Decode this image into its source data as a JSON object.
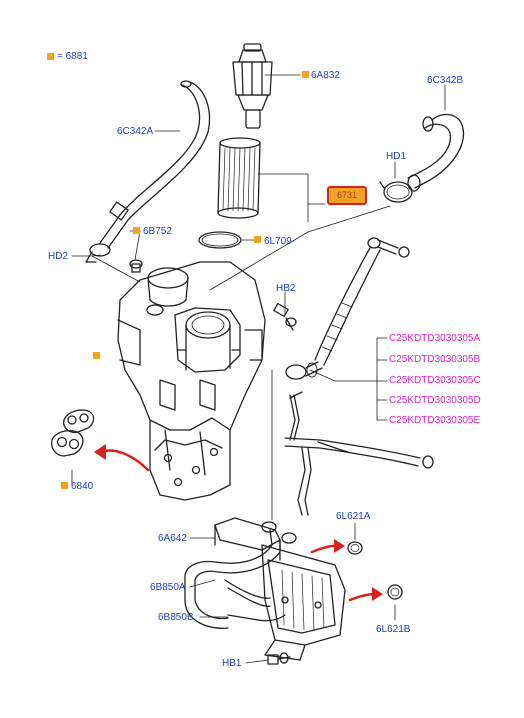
{
  "legend": {
    "marker_color": "#f5a21d",
    "text": "= 6881"
  },
  "labels": {
    "l6A832": "6A832",
    "l6C342B": "6C342B",
    "l6C342A": "6C342A",
    "lHD1": "HD1",
    "l6731": "6731",
    "l6B752": "6B752",
    "l6L709": "6L709",
    "lHD2": "HD2",
    "lHB2": "HB2",
    "l6840": "6840",
    "l6A642": "6A642",
    "l6L621A": "6L621A",
    "l6B850A": "6B850A",
    "l6B850B": "6B850B",
    "l6L621B": "6L621B",
    "lHB1": "HB1"
  },
  "codes": [
    "C25KDTD3030305A",
    "C25KDTD3030305B",
    "C25KDTD3030305C",
    "C25KDTD3030305D",
    "C25KDTD3030305E"
  ],
  "colors": {
    "label_blue": "#1f3fc6",
    "code_magenta": "#e020c8",
    "highlight_red": "#d8211c",
    "arrow_red": "#d8211c",
    "line_work": "#222222"
  }
}
